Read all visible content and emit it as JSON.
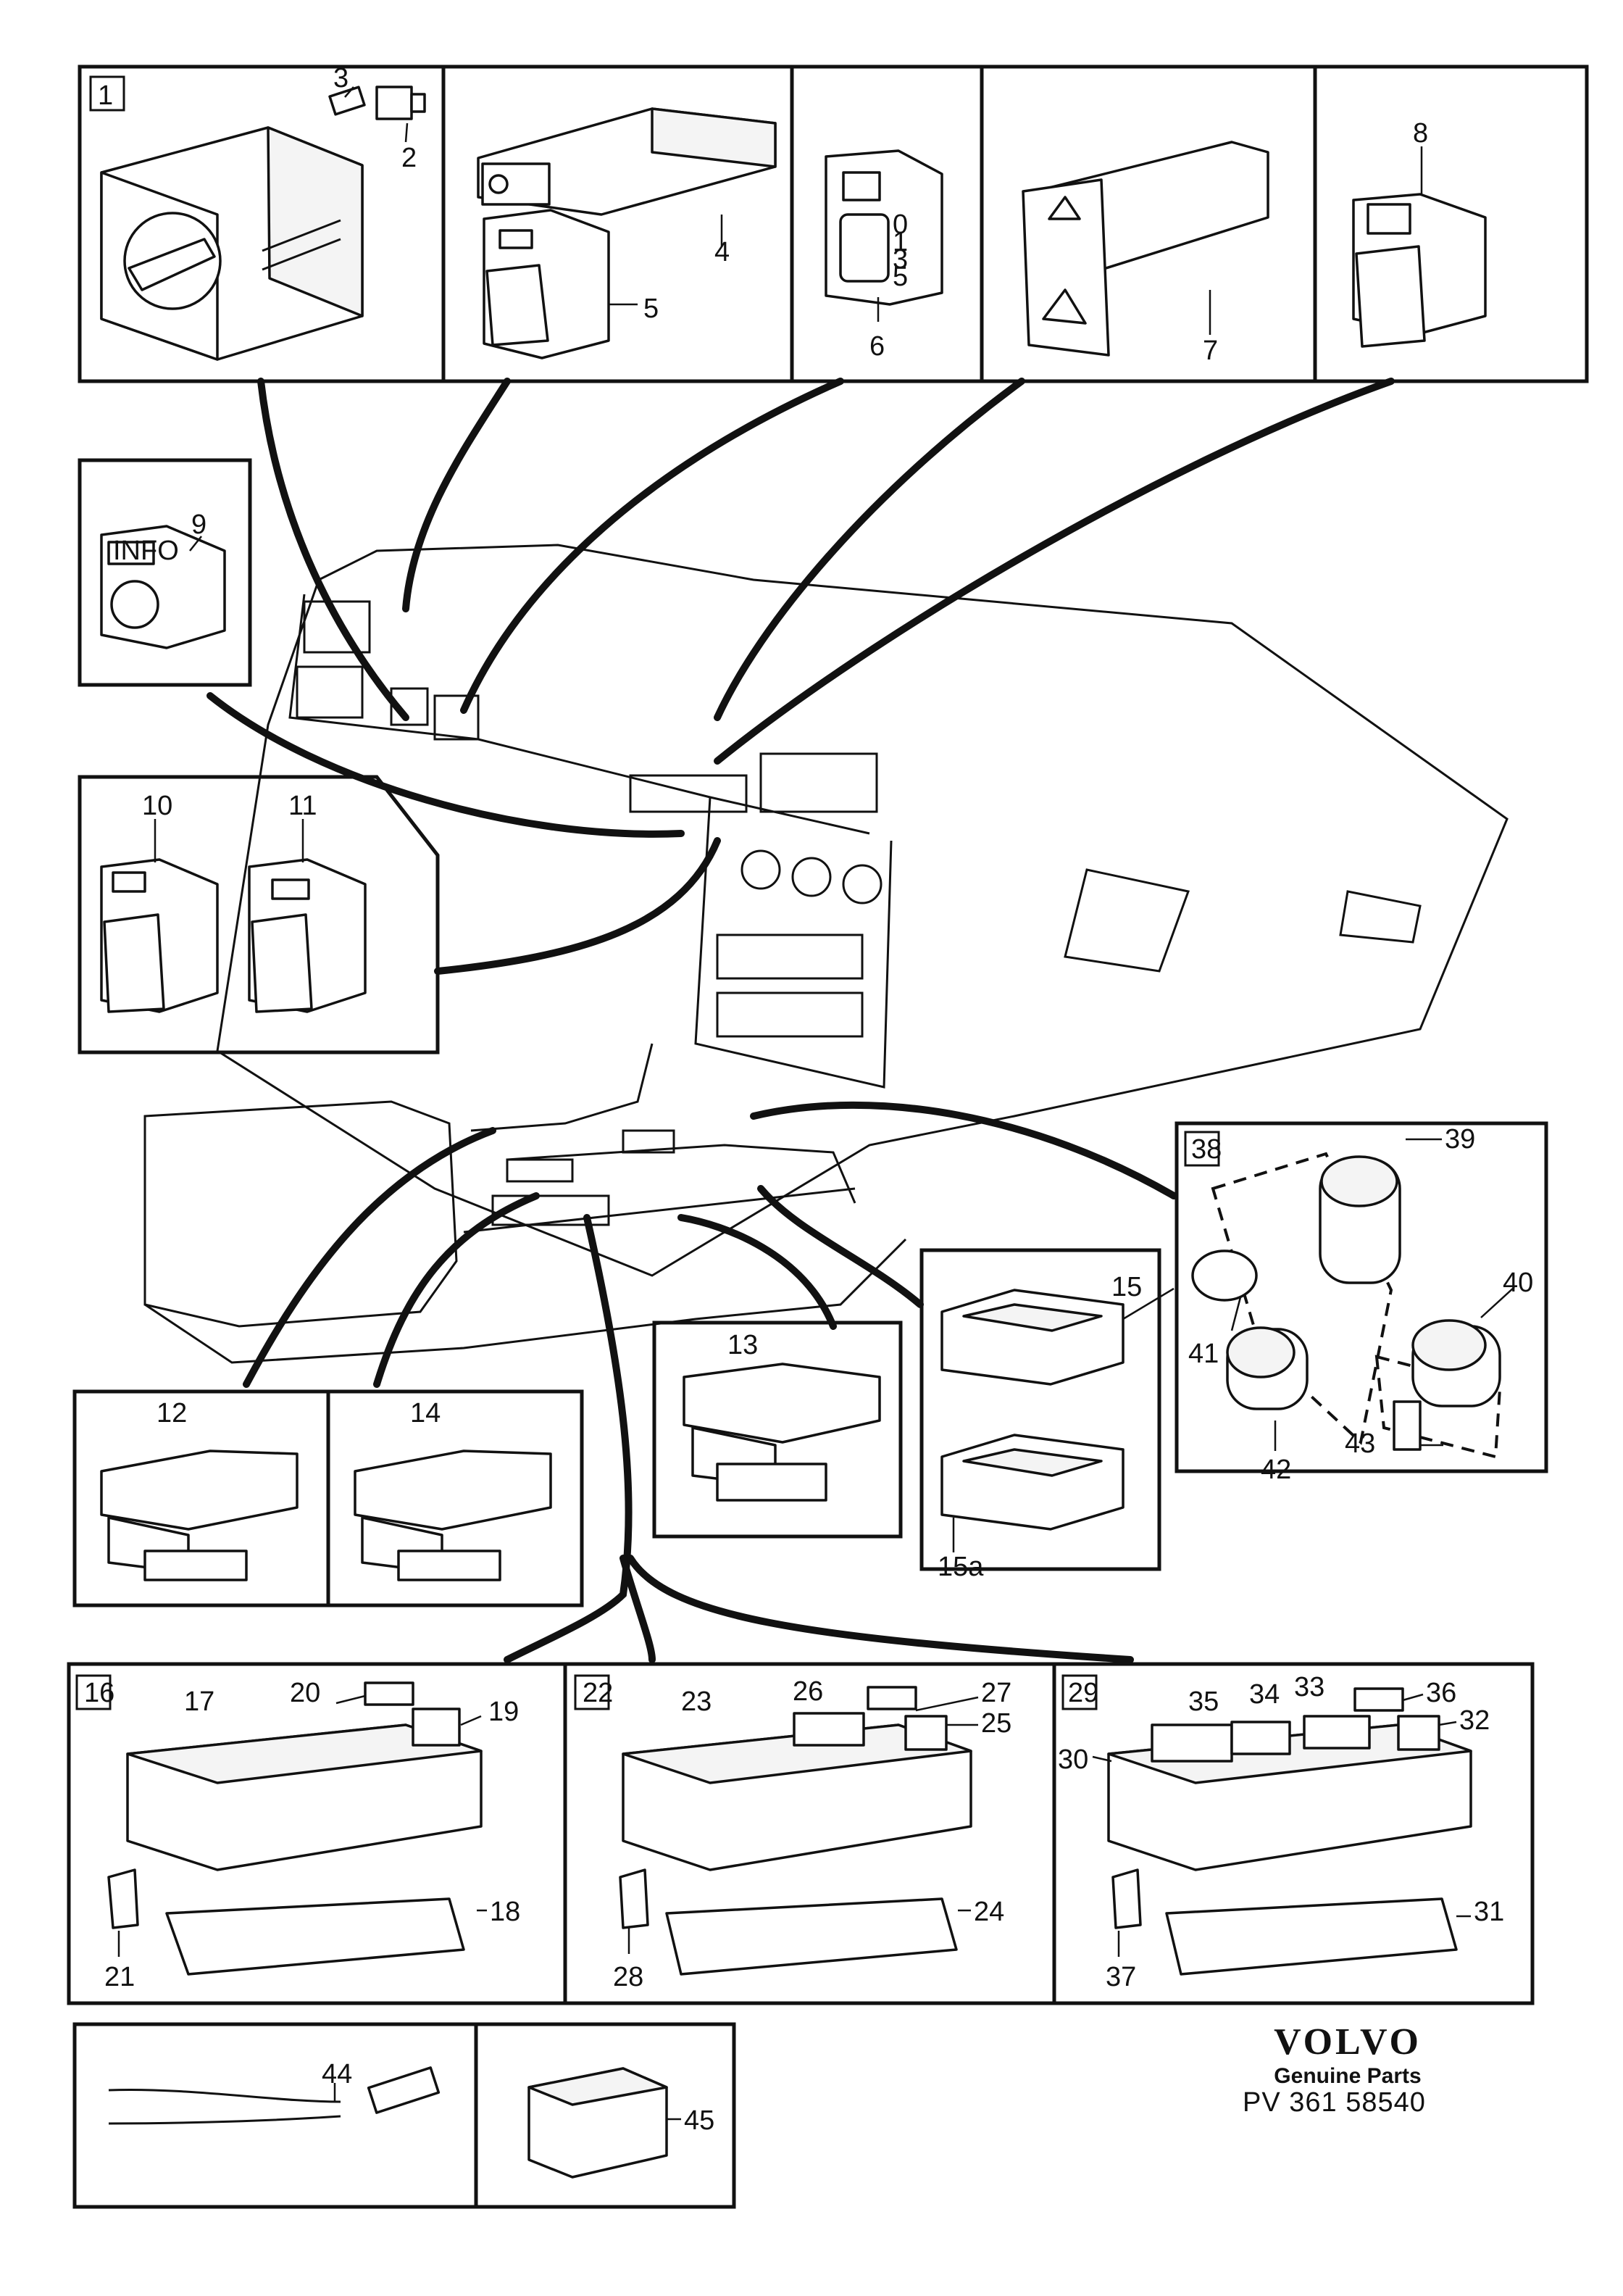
{
  "callouts": {
    "c1": "1",
    "c2": "2",
    "c3": "3",
    "c4": "4",
    "c5": "5",
    "c6": "6",
    "c7": "7",
    "c8": "8",
    "c9": "9",
    "c10": "10",
    "c11": "11",
    "c12": "12",
    "c13": "13",
    "c14": "14",
    "c15": "15",
    "c15a": "15a",
    "c16": "16",
    "c17": "17",
    "c18": "18",
    "c19": "19",
    "c20": "20",
    "c21": "21",
    "c22": "22",
    "c23": "23",
    "c24": "24",
    "c25": "25",
    "c26": "26",
    "c27": "27",
    "c28": "28",
    "c29": "29",
    "c30": "30",
    "c31": "31",
    "c32": "32",
    "c33": "33",
    "c34": "34",
    "c35": "35",
    "c36": "36",
    "c37": "37",
    "c38": "38",
    "c39": "39",
    "c40": "40",
    "c41": "41",
    "c42": "42",
    "c43": "43",
    "c44": "44",
    "c45": "45"
  },
  "switch_labels": {
    "info": "INFO",
    "dial_scale": [
      "0",
      "1",
      "3",
      "5"
    ]
  },
  "branding": {
    "brand": "VOLVO",
    "tagline": "Genuine Parts",
    "ref": "PV 361   58540"
  }
}
